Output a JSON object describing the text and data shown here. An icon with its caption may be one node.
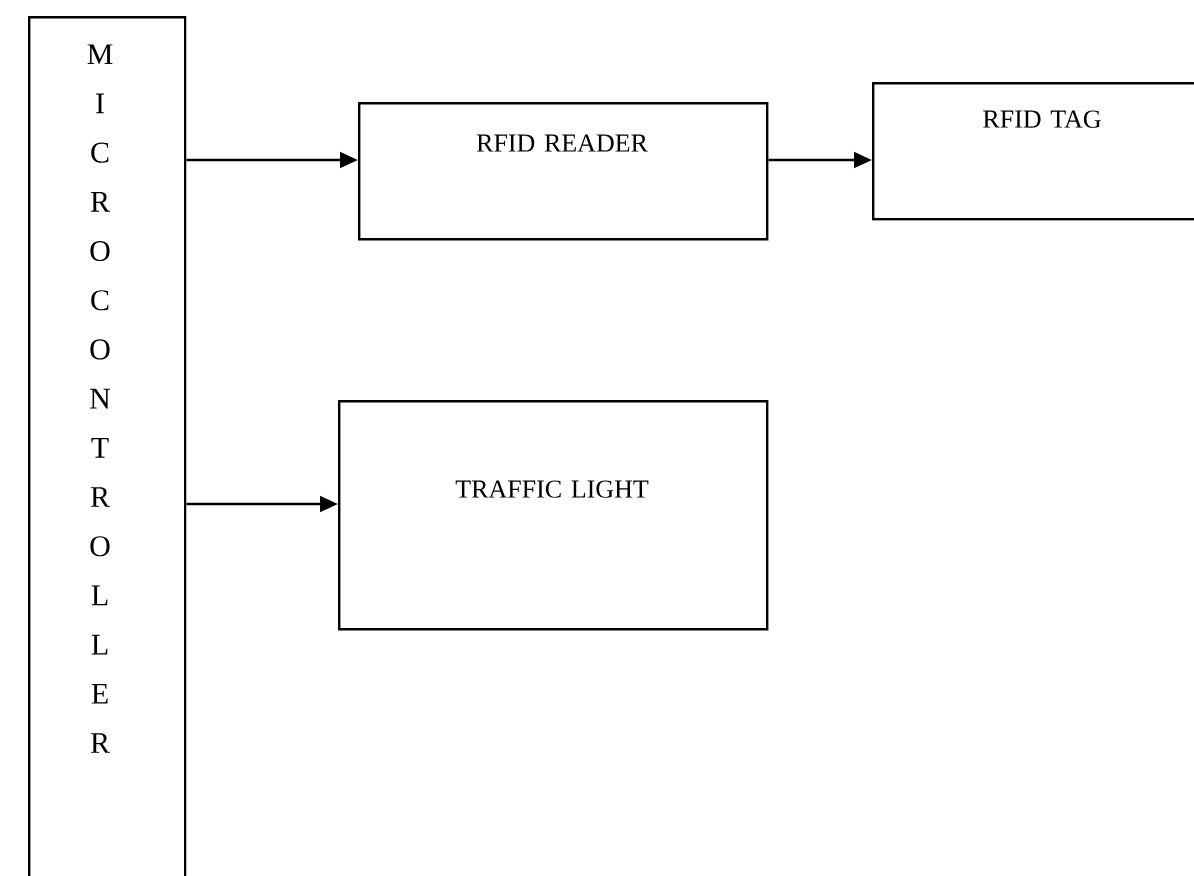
{
  "diagram": {
    "nodes": [
      {
        "text": [
          "M I C R O C O N T R O L L E R"
        ]
      },
      {
        "text": [
          "RFID READER"
        ]
      },
      {
        "text": [
          "RFID TAG"
        ]
      },
      {
        "text": [
          "TRAFFIC LIGHT"
        ]
      }
    ],
    "edges": [
      {
        "from": 0,
        "to": 1,
        "arrow": "to"
      },
      {
        "from": 1,
        "to": 2,
        "arrow": "to"
      },
      {
        "from": 0,
        "to": 3,
        "arrow": "to"
      }
    ]
  }
}
